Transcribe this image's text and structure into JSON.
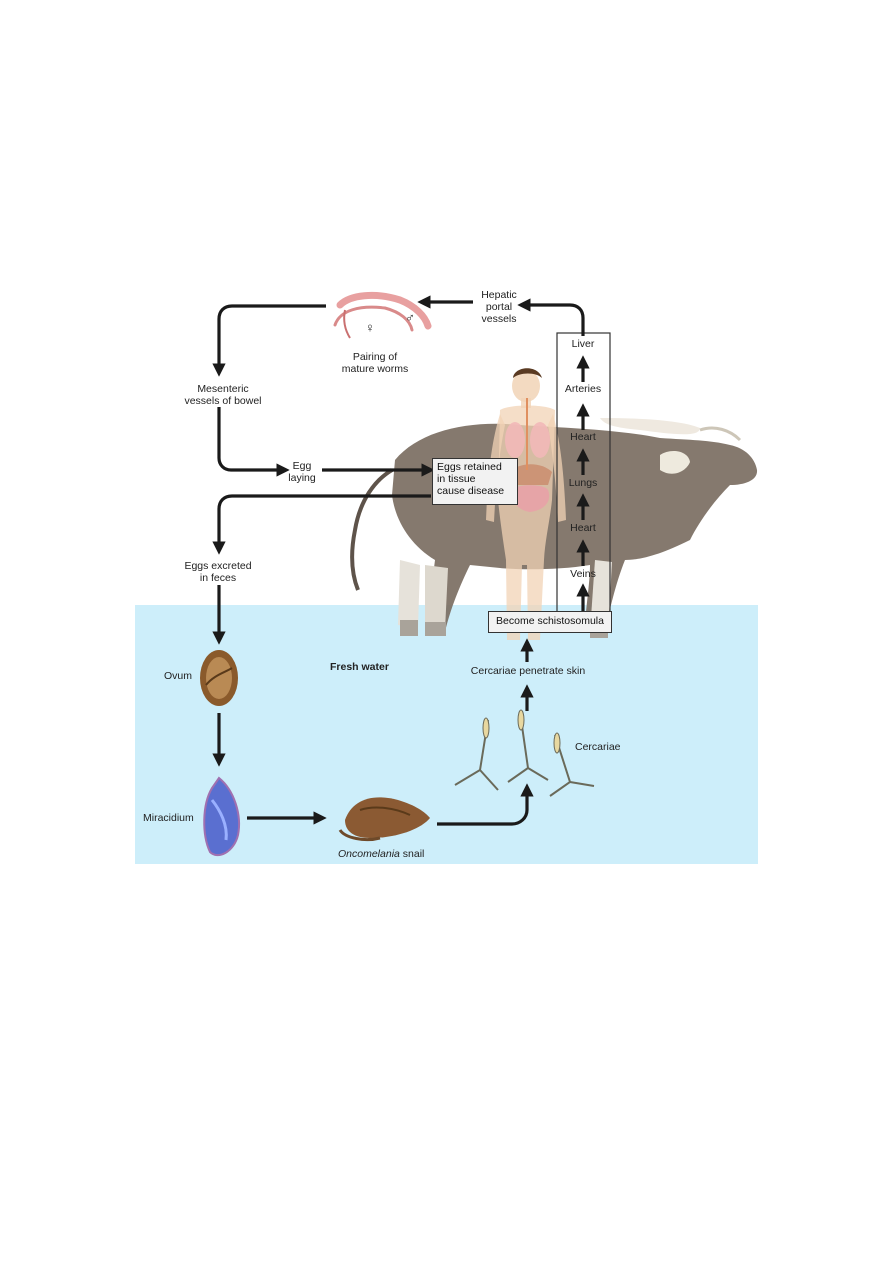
{
  "diagram": {
    "labels": {
      "hepatic_portal": "Hepatic\nportal\nvessels",
      "pairing": "Pairing of\nmature worms",
      "mesenteric": "Mesenteric\nvessels of bowel",
      "egg_laying": "Egg\nlaying",
      "eggs_retained": "Eggs retained\nin tissue\ncause disease",
      "eggs_excreted": "Eggs excreted\nin feces",
      "ovum": "Ovum",
      "fresh_water": "Fresh water",
      "miracidium": "Miracidium",
      "snail_genus": "Oncomelania",
      "snail_word": " snail",
      "cercariae": "Cercariae",
      "cercariae_penetrate": "Cercariae penetrate skin",
      "become_schistosomula": "Become schistosomula",
      "liver": "Liver",
      "arteries": "Arteries",
      "heart_upper": "Heart",
      "lungs": "Lungs",
      "heart_lower": "Heart",
      "veins": "Veins"
    },
    "symbols": {
      "female": "♀",
      "male": "♂"
    },
    "colors": {
      "water": "#cdeefa",
      "arrow": "#1a1a1a",
      "ox": "#7b6e62",
      "skin": "#f1d3b6",
      "worm": "#e8a0a0",
      "ovum": "#8a5a2b",
      "miracidium": "#5a6fd0",
      "snail": "#8b5a33"
    },
    "icons": [
      "worm-pair-icon",
      "human-figure-icon",
      "water-buffalo-icon",
      "ovum-icon",
      "miracidium-icon",
      "snail-icon",
      "cercaria-icon"
    ]
  }
}
